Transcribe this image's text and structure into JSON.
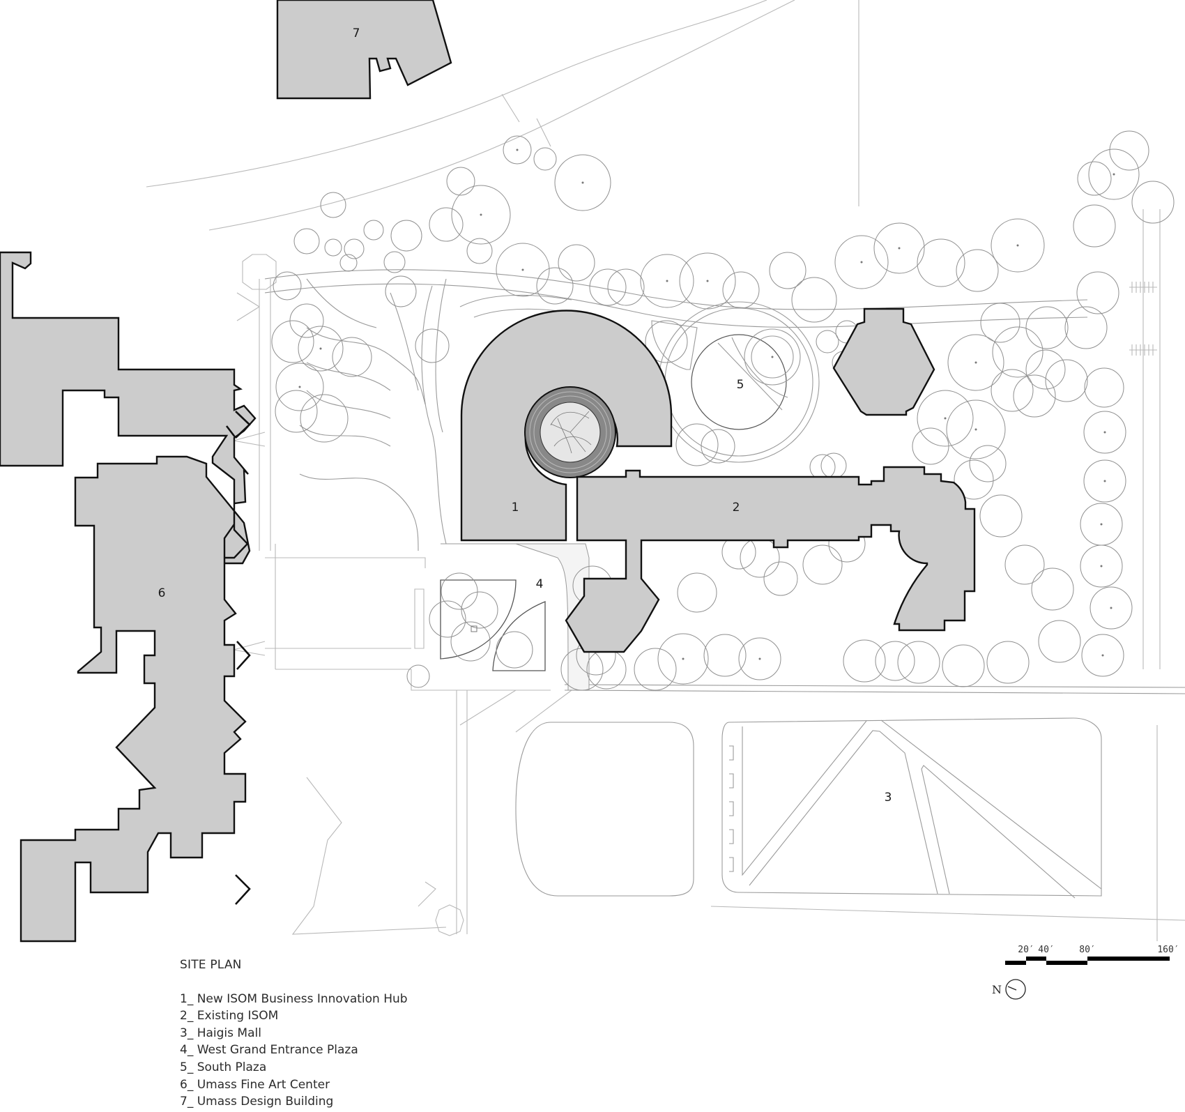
{
  "drawing": {
    "type": "site plan",
    "background": "#ffffff",
    "building_fill": "#cccccc",
    "building_outline": "#111111",
    "linework": "#9a9a9a"
  },
  "labels": {
    "b1": "1",
    "b2": "2",
    "b3": "3",
    "b4": "4",
    "b5": "5",
    "b6": "6",
    "b7": "7"
  },
  "legend": {
    "title": "SITE PLAN",
    "items": [
      {
        "number": "1",
        "text": "1_  New ISOM Business Innovation Hub"
      },
      {
        "number": "2",
        "text": "2_ Existing ISOM"
      },
      {
        "number": "3",
        "text": "3_ Haigis Mall"
      },
      {
        "number": "4",
        "text": "4_ West Grand Entrance Plaza"
      },
      {
        "number": "5",
        "text": "5_ South Plaza"
      },
      {
        "number": "6",
        "text": "6_ Umass Fine Art Center"
      },
      {
        "number": "7",
        "text": "7_ Umass Design Building"
      }
    ]
  },
  "scale_bar": {
    "ticks": [
      "20′",
      "40′",
      "80′",
      "160′"
    ]
  },
  "north_arrow": {
    "label": "N",
    "icon": "north-arrow-icon"
  }
}
